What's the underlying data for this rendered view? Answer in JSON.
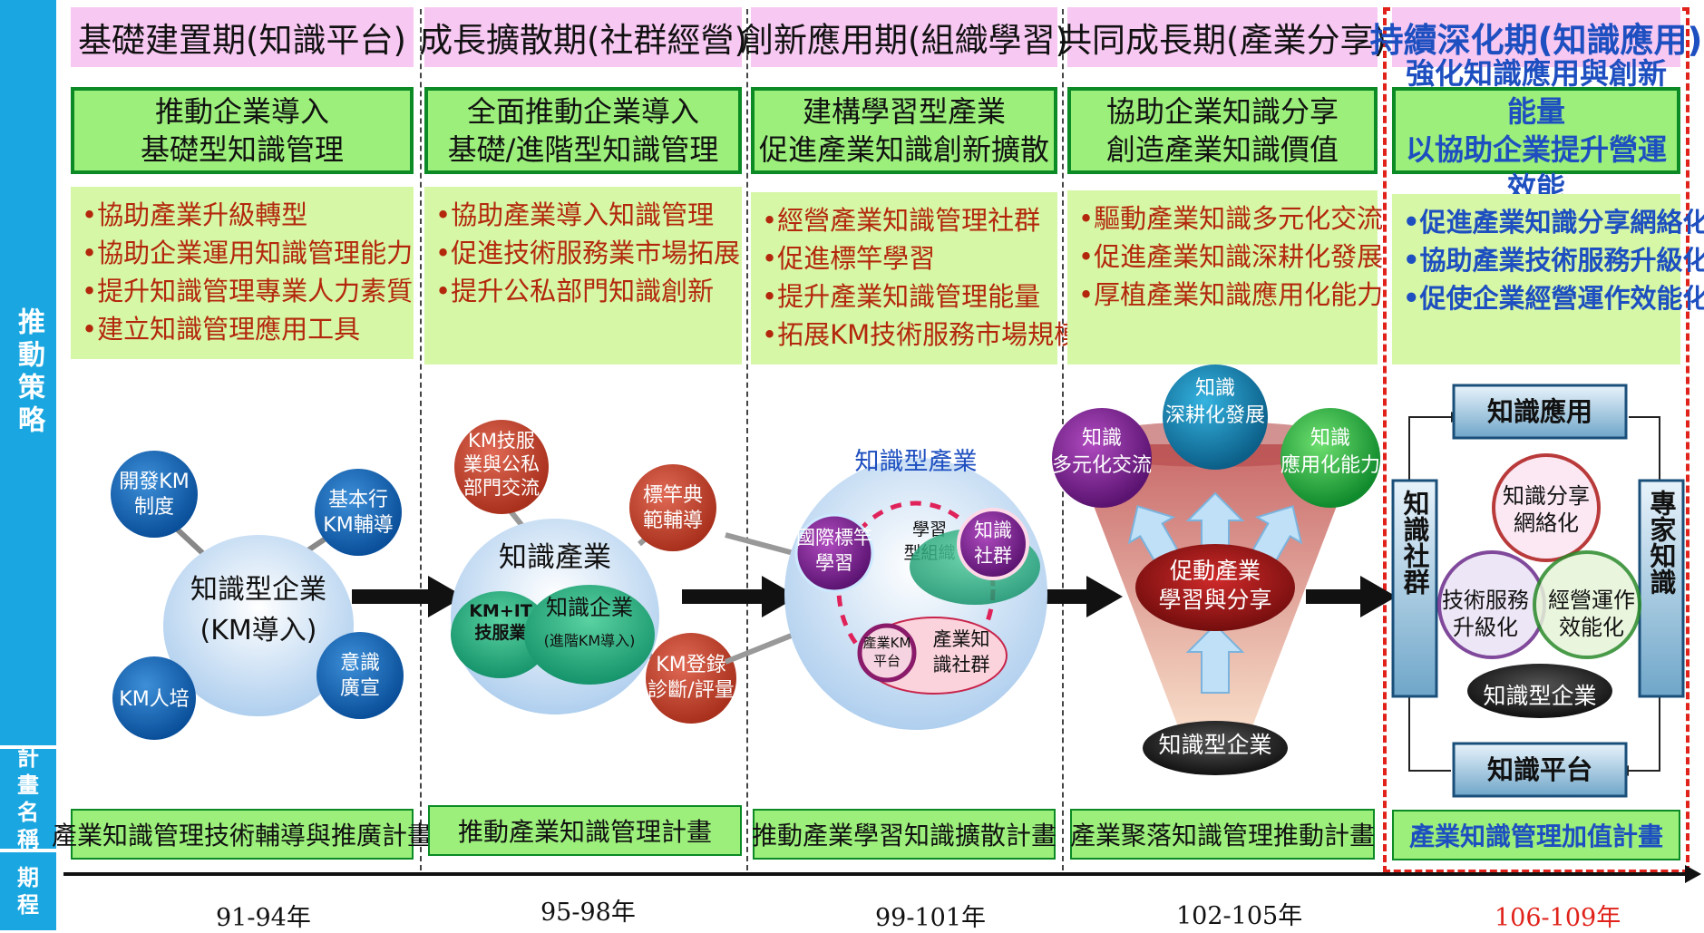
{
  "sidebar": {
    "strategy_label": "推動策略",
    "plan_label": "計畫名稱",
    "period_label": "期程"
  },
  "phases": [
    {
      "title": "基礎建置期(知識平台)",
      "goal_line1": "推動企業導入",
      "goal_line2": "基礎型知識管理",
      "bullets": [
        "•協助產業升級轉型",
        "•協助企業運用知識管理能力",
        "•提升知識管理專業人力素質",
        "•建立知識管理應用工具"
      ],
      "plan": "產業知識管理技術輔導與推廣計畫",
      "period": "91-94年"
    },
    {
      "title": "成長擴散期(社群經營)",
      "goal_line1": "全面推動企業導入",
      "goal_line2": "基礎/進階型知識管理",
      "bullets": [
        "•協助產業導入知識管理",
        "•促進技術服務業市場拓展",
        "•提升公私部門知識創新"
      ],
      "plan": "推動產業知識管理計畫",
      "period": "95-98年"
    },
    {
      "title": "創新應用期(組織學習)",
      "goal_line1": "建構學習型產業",
      "goal_line2": "促進產業知識創新擴散",
      "bullets": [
        "•經營產業知識管理社群",
        "•促進標竿學習",
        "•提升產業知識管理能量",
        "•拓展KM技術服務市場規模"
      ],
      "plan": "推動產業學習知識擴散計畫",
      "period": "99-101年"
    },
    {
      "title": "共同成長期(產業分享)",
      "goal_line1": "協助企業知識分享",
      "goal_line2": "創造產業知識價值",
      "bullets": [
        "•驅動產業知識多元化交流",
        "•促進產業知識深耕化發展",
        "•厚植產業知識應用化能力"
      ],
      "plan": "產業聚落知識管理推動計畫",
      "period": "102-105年"
    },
    {
      "title": "持續深化期(知識應用)",
      "goal_line1": "強化知識應用與創新能量",
      "goal_line2": "以協助企業提升營運效能",
      "bullets": [
        "•促進產業知識分享網絡化",
        "•協助產業技術服務升級化",
        "•促使企業經營運作效能化"
      ],
      "plan": "產業知識管理加值計畫",
      "period": "106-109年"
    }
  ],
  "diagram1": {
    "center_line1": "知識型企業",
    "center_line2": "(KM導入)",
    "n_tl_1": "開發KM",
    "n_tl_2": "制度",
    "n_tr_1": "基本行",
    "n_tr_2": "KM輔導",
    "n_bl": "KM人培",
    "n_br_1": "意識",
    "n_br_2": "廣宣"
  },
  "diagram2": {
    "title": "知識產業",
    "left_1": "KM+IT",
    "left_2": "技服業",
    "right_1": "知識企業",
    "right_2": "(進階KM導入)",
    "n_top_1": "KM技服",
    "n_top_2": "業與公私",
    "n_top_3": "部門交流",
    "n_tr_1": "標竿典",
    "n_tr_2": "範輔導",
    "n_br_1": "KM登錄",
    "n_br_2": "診斷/評量"
  },
  "diagram3": {
    "title": "知識型產業",
    "left_1": "國際標竿",
    "left_2": "學習",
    "mid_1": "學習",
    "mid_2": "型組織",
    "right_1": "知識",
    "right_2": "社群",
    "plat_1": "產業KM",
    "plat_2": "平台",
    "bottom_1": "產業知",
    "bottom_2": "識社群"
  },
  "diagram4": {
    "left_1": "知識",
    "left_2": "多元化交流",
    "top_1": "知識",
    "top_2": "深耕化發展",
    "right_1": "知識",
    "right_2": "應用化能力",
    "center_1": "促動產業",
    "center_2": "學習與分享",
    "base": "知識型企業"
  },
  "diagram5": {
    "top": "知識應用",
    "bottom": "知識平台",
    "left": "知識社群",
    "right": "專家知識",
    "c_top_1": "知識分享",
    "c_top_2": "網絡化",
    "c_left_1": "技術服務",
    "c_left_2": "升級化",
    "c_right_1": "經營運作",
    "c_right_2": "效能化",
    "base": "知識型企業"
  }
}
